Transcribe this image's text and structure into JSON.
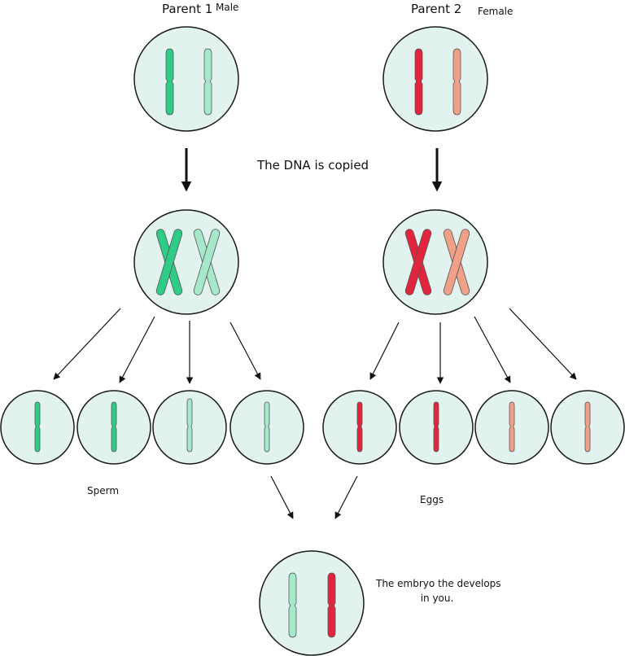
{
  "labels": {
    "parent1": "Parent 1",
    "parent1_sex": "Male",
    "parent2": "Parent 2",
    "parent2_sex": "Female",
    "dna_copied": "The DNA is copied",
    "sperm": "Sperm",
    "eggs": "Eggs",
    "embryo_line1": "The embryo the develops",
    "embryo_line2": "in you."
  },
  "colors": {
    "cell_fill": "#e2f3ef",
    "cell_stroke": "#1a1a1a",
    "dark_green": "#2ecc86",
    "light_green": "#a6e8cc",
    "red": "#e2253e",
    "salmon": "#f0a088",
    "arrow": "#111111"
  }
}
